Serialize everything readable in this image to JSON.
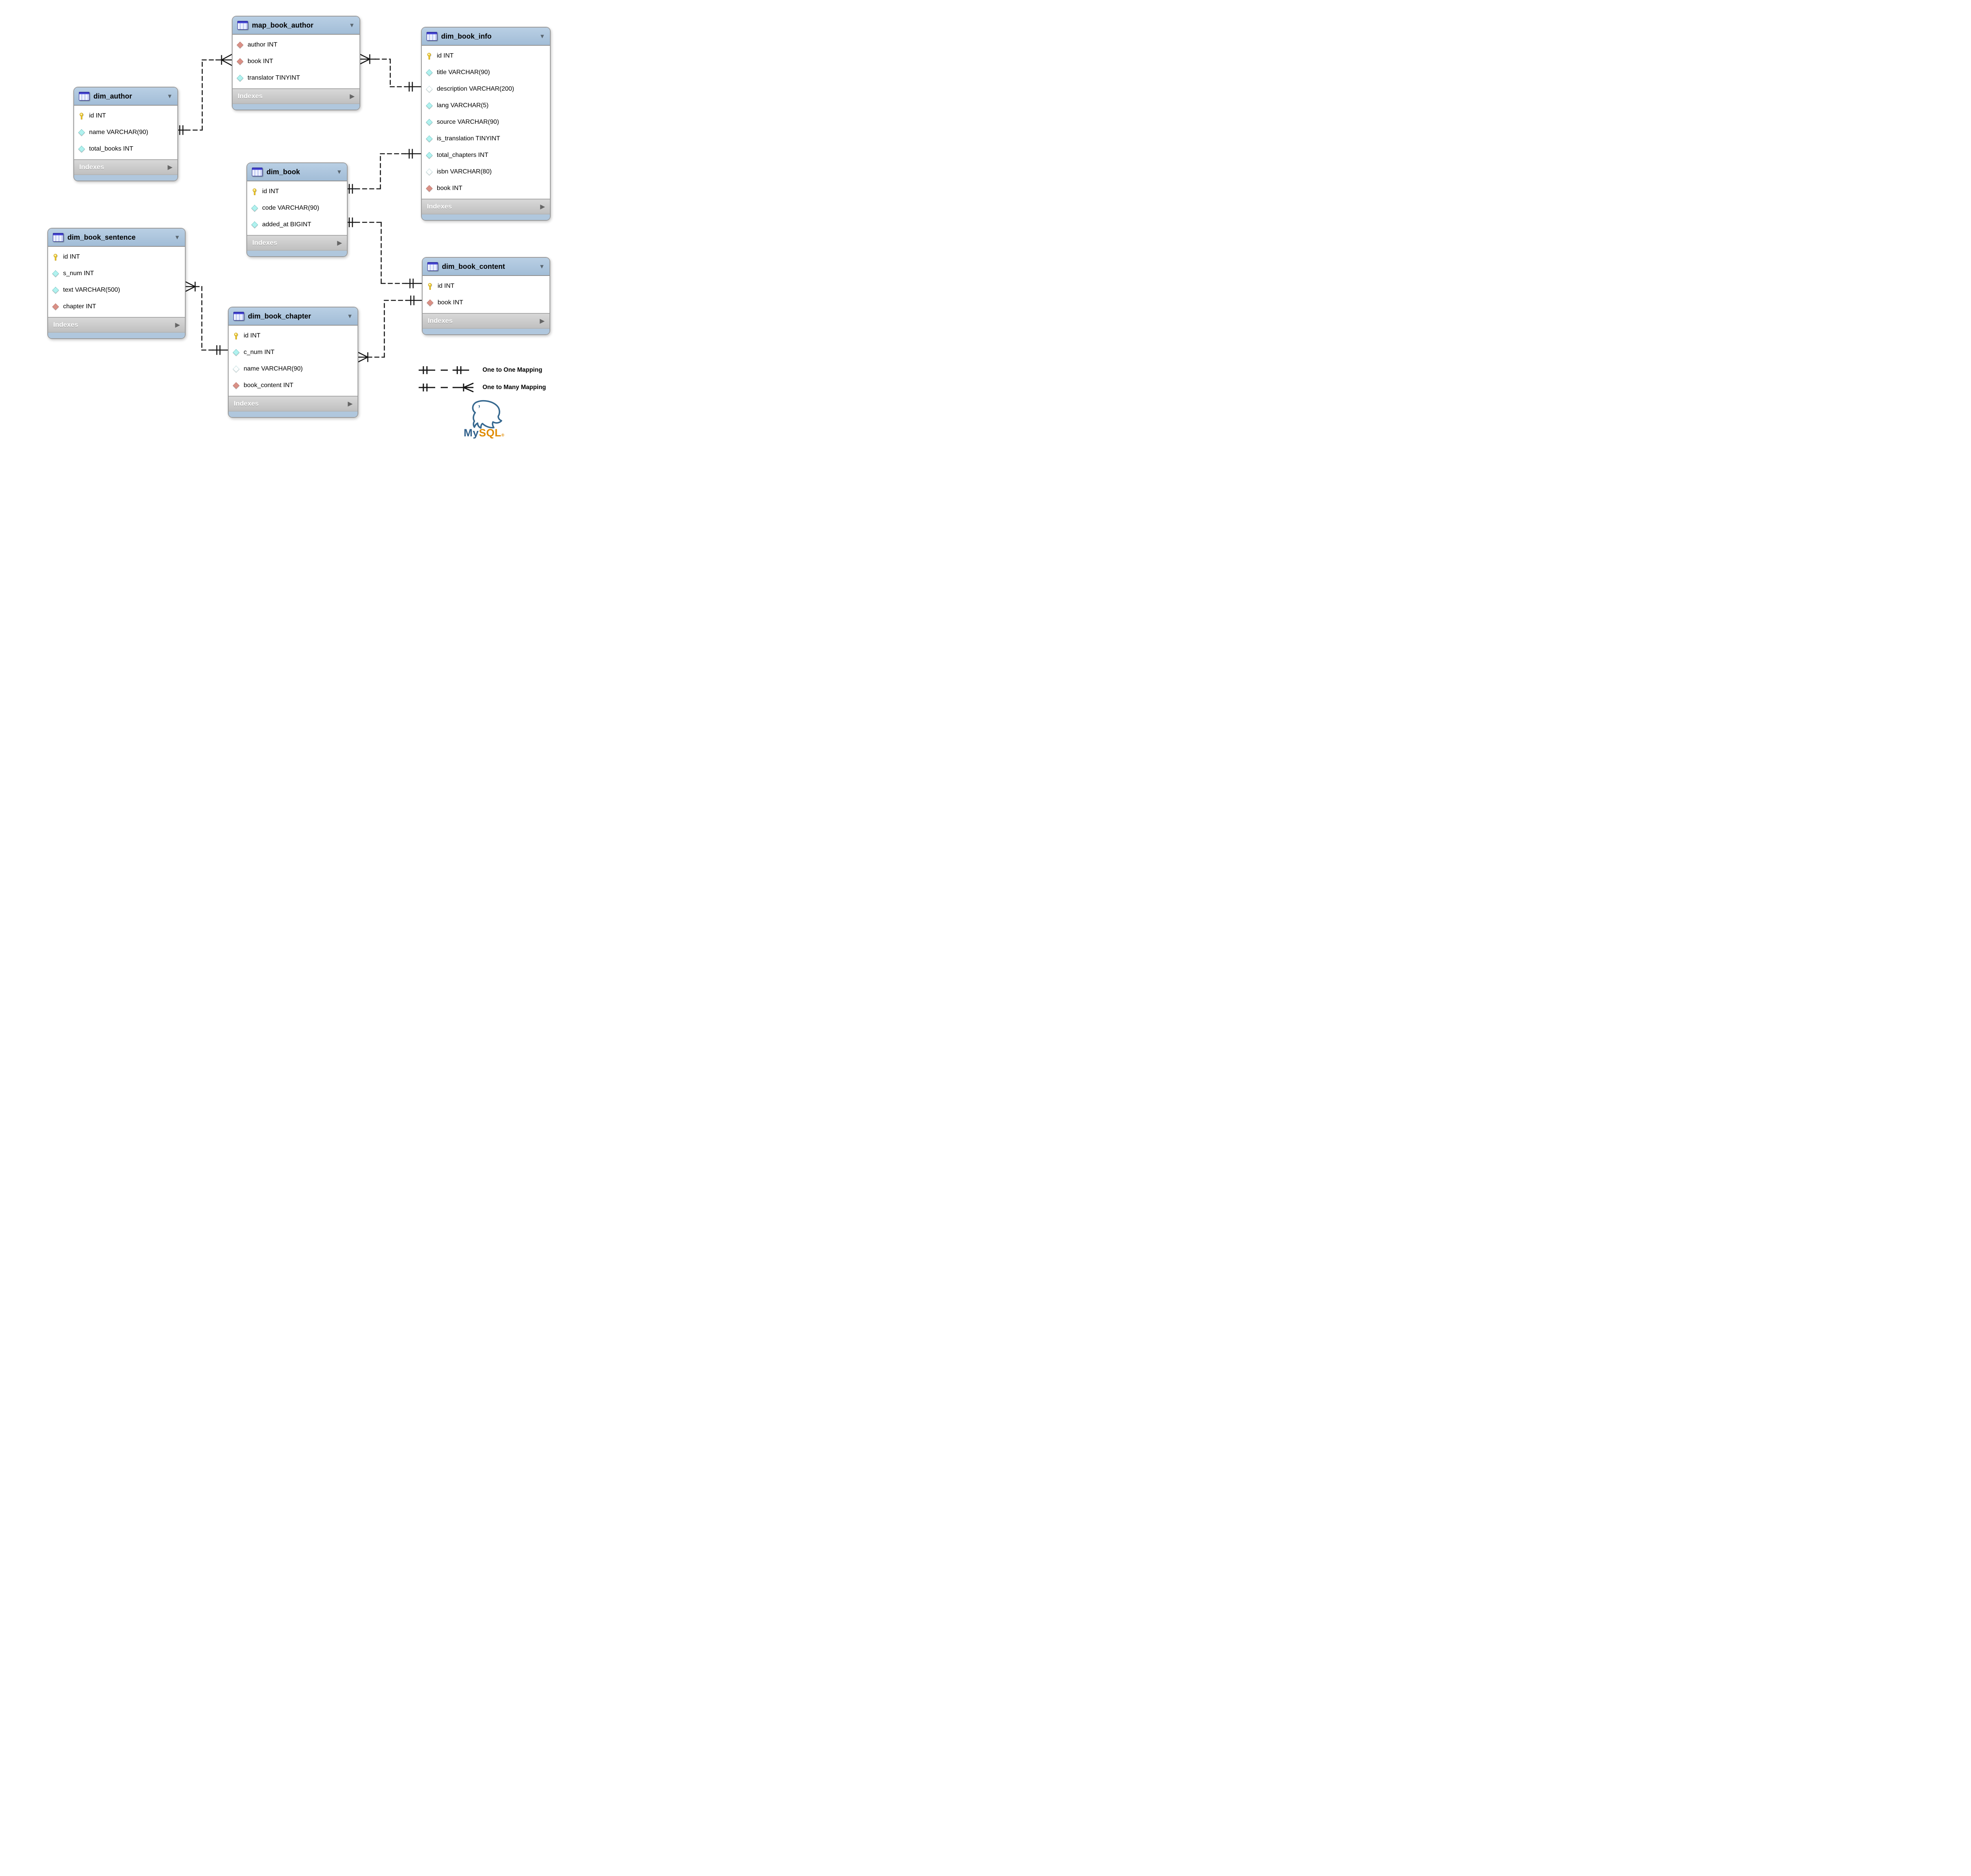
{
  "tables": [
    {
      "title": "map_book_author",
      "footer_label": "Indexes",
      "columns": [
        {
          "icon": "diamond-red",
          "label": "author INT"
        },
        {
          "icon": "diamond-red",
          "label": "book INT"
        },
        {
          "icon": "diamond",
          "label": "translator TINYINT"
        }
      ]
    },
    {
      "title": "dim_book_info",
      "footer_label": "Indexes",
      "columns": [
        {
          "icon": "key",
          "label": "id INT"
        },
        {
          "icon": "diamond",
          "label": "title VARCHAR(90)"
        },
        {
          "icon": "diamond-open",
          "label": "description VARCHAR(200)"
        },
        {
          "icon": "diamond",
          "label": "lang VARCHAR(5)"
        },
        {
          "icon": "diamond",
          "label": "source VARCHAR(90)"
        },
        {
          "icon": "diamond",
          "label": "is_translation TINYINT"
        },
        {
          "icon": "diamond",
          "label": "total_chapters INT"
        },
        {
          "icon": "diamond-open",
          "label": "isbn VARCHAR(80)"
        },
        {
          "icon": "diamond-red",
          "label": "book INT"
        }
      ]
    },
    {
      "title": "dim_author",
      "footer_label": "Indexes",
      "columns": [
        {
          "icon": "key",
          "label": "id INT"
        },
        {
          "icon": "diamond",
          "label": "name VARCHAR(90)"
        },
        {
          "icon": "diamond",
          "label": "total_books INT"
        }
      ]
    },
    {
      "title": "dim_book",
      "footer_label": "Indexes",
      "columns": [
        {
          "icon": "key",
          "label": "id INT"
        },
        {
          "icon": "diamond",
          "label": "code VARCHAR(90)"
        },
        {
          "icon": "diamond",
          "label": "added_at BIGINT"
        }
      ]
    },
    {
      "title": "dim_book_sentence",
      "footer_label": "Indexes",
      "columns": [
        {
          "icon": "key",
          "label": "id INT"
        },
        {
          "icon": "diamond",
          "label": "s_num INT"
        },
        {
          "icon": "diamond",
          "label": "text VARCHAR(500)"
        },
        {
          "icon": "diamond-red",
          "label": "chapter INT"
        }
      ]
    },
    {
      "title": "dim_book_content",
      "footer_label": "Indexes",
      "columns": [
        {
          "icon": "key",
          "label": "id INT"
        },
        {
          "icon": "diamond-red",
          "label": "book INT"
        }
      ]
    },
    {
      "title": "dim_book_chapter",
      "footer_label": "Indexes",
      "columns": [
        {
          "icon": "key",
          "label": "id INT"
        },
        {
          "icon": "diamond",
          "label": "c_num INT"
        },
        {
          "icon": "diamond-open",
          "label": "name VARCHAR(90)"
        },
        {
          "icon": "diamond-red",
          "label": "book_content INT"
        }
      ]
    }
  ],
  "legend": {
    "items": [
      {
        "symbol": "one-to-one",
        "label": "One to One Mapping"
      },
      {
        "symbol": "one-to-many",
        "label": "One to Many Mapping"
      }
    ]
  },
  "logo": {
    "text_my": "My",
    "text_sql": "SQL",
    "registered": "®"
  },
  "colors": {
    "header_blue": "#aac3dc",
    "indexes_gray": "#c7c7c7",
    "border_gray": "#9a9a9a",
    "key_yellow": "#f2cf2e",
    "diamond_cyan": "#b0f2ef",
    "diamond_red": "#da9086",
    "connector_black": "#141414",
    "logo_blue": "#31618c",
    "logo_orange": "#e08b00"
  }
}
